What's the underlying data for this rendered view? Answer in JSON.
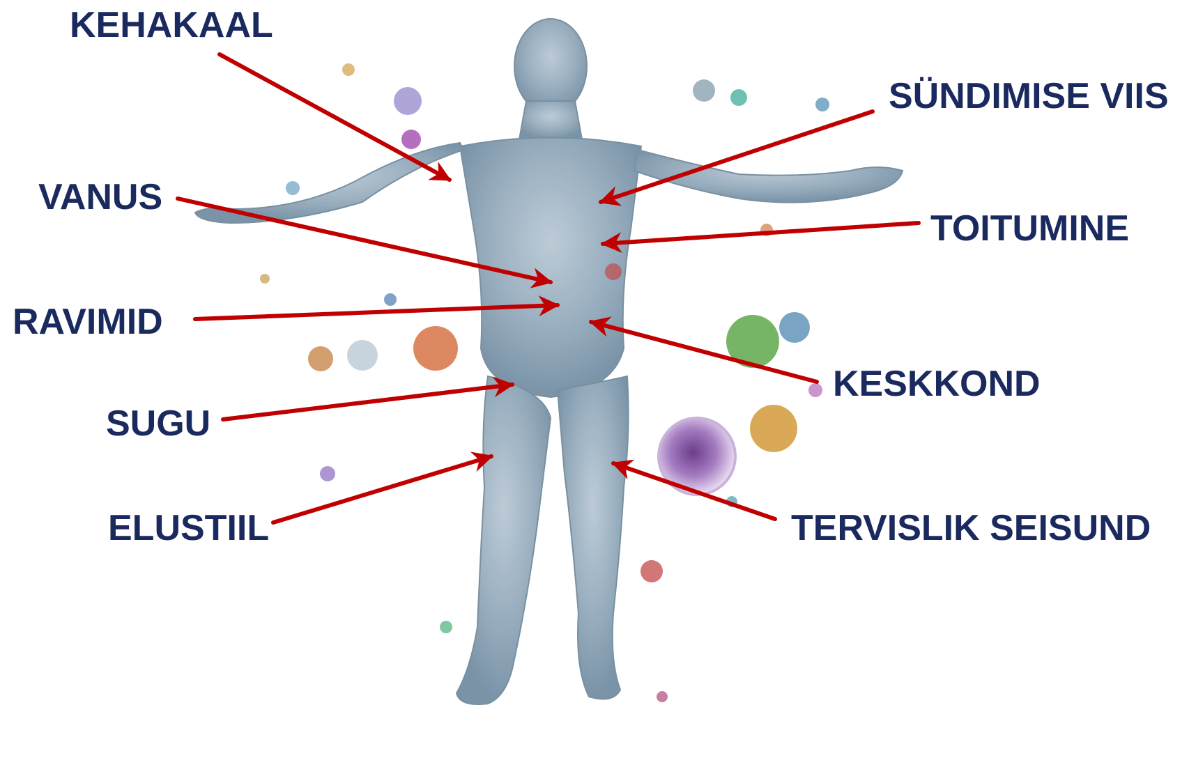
{
  "colors": {
    "label_text": "#1b2a5e",
    "arrow": "#c00000",
    "body_fill": "#8fa8b8",
    "background": "#ffffff"
  },
  "labels": {
    "kehakaal": "KEHAKAAL",
    "sundimise_viis": "SÜNDIMISE VIIS",
    "vanus": "VANUS",
    "toitumine": "TOITUMINE",
    "ravimid": "RAVIMID",
    "keskkond": "KESKKOND",
    "sugu": "SUGU",
    "elustiil": "ELUSTIIL",
    "tervislik_seisund": "TERVISLIK SEISUND"
  }
}
